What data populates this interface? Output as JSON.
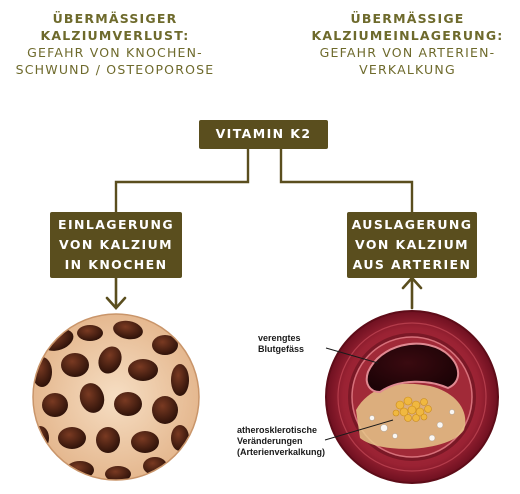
{
  "headings": {
    "left": {
      "bold_lines": [
        "ÜBERMÄSSIGER",
        "KALZIUMVERLUST:"
      ],
      "normal_lines": [
        "GEFAHR VON KNOCHEN-",
        "SCHWUND / OSTEOPOROSE"
      ]
    },
    "right": {
      "bold_lines": [
        "ÜBERMÄSSIGE",
        "KALZIUMEINLAGERUNG:"
      ],
      "normal_lines": [
        "GEFAHR VON ARTERIEN-",
        "VERKALKUNG"
      ]
    }
  },
  "boxes": {
    "vitamin": "VITAMIN K2",
    "left": [
      "EINLAGERUNG",
      "VON KALZIUM",
      "IN KNOCHEN"
    ],
    "right": [
      "AUSLAGERUNG",
      "VON KALZIUM",
      "AUS ARTERIEN"
    ]
  },
  "labels": {
    "narrowed": [
      "verengtes",
      "Blutgefäss"
    ],
    "athero": [
      "atherosklerotische",
      "Veränderungen",
      "(Arterienverkalkung)"
    ]
  },
  "colors": {
    "heading_text": "#6e6a2c",
    "box_fill": "#5a4e1e",
    "connector": "#5a4e1e",
    "bone_light": "#f2d3b4",
    "bone_dark": "#3a1a12",
    "artery_outer": "#8e1a2a",
    "plaque": "#f0b840"
  },
  "icons": {
    "bone": "bone-cross-section-illustration",
    "artery": "artery-cross-section-illustration"
  }
}
